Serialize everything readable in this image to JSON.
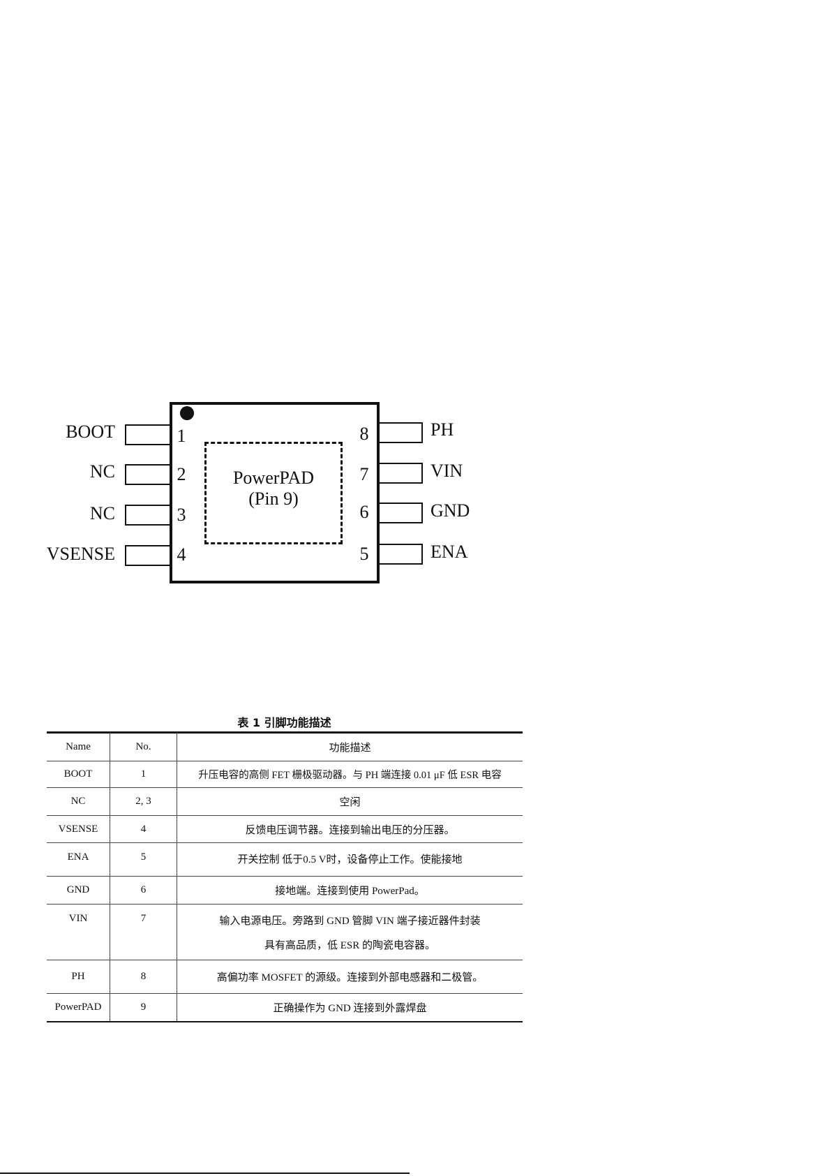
{
  "diagram": {
    "pad_label": "PowerPAD",
    "pad_pin": "(Pin 9)",
    "left_pins": [
      {
        "label": "BOOT",
        "num": "1"
      },
      {
        "label": "NC",
        "num": "2"
      },
      {
        "label": "NC",
        "num": "3"
      },
      {
        "label": "VSENSE",
        "num": "4"
      }
    ],
    "right_pins": [
      {
        "label": "PH",
        "num": "8"
      },
      {
        "label": "VIN",
        "num": "7"
      },
      {
        "label": "GND",
        "num": "6"
      },
      {
        "label": "ENA",
        "num": "5"
      }
    ]
  },
  "table": {
    "caption": "表 1  引脚功能描述",
    "headers": [
      "Name",
      "No.",
      "功能描述"
    ],
    "rows": [
      {
        "name": "BOOT",
        "no": "1",
        "desc": "升压电容的高侧 FET 栅极驱动器。与 PH 端连接 0.01 μF 低 ESR 电容"
      },
      {
        "name": "NC",
        "no": "2, 3",
        "desc": "空闲"
      },
      {
        "name": "VSENSE",
        "no": "4",
        "desc": "反馈电压调节器。连接到输出电压的分压器。"
      },
      {
        "name": "ENA",
        "no": "5",
        "desc": "开关控制 低于0.5 V时，设备停止工作。使能接地"
      },
      {
        "name": "GND",
        "no": "6",
        "desc": "接地端。连接到使用 PowerPad。"
      },
      {
        "name": "VIN",
        "no": "7",
        "desc": "输入电源电压。旁路到 GND 管脚 VIN 端子接近器件封装",
        "desc2": "具有高品质，低 ESR 的陶瓷电容器。"
      },
      {
        "name": "PH",
        "no": "8",
        "desc": "高偏功率 MOSFET 的源级。连接到外部电感器和二极管。"
      },
      {
        "name": "PowerPAD",
        "no": "9",
        "desc": "正确操作为 GND 连接到外露焊盘"
      }
    ]
  }
}
